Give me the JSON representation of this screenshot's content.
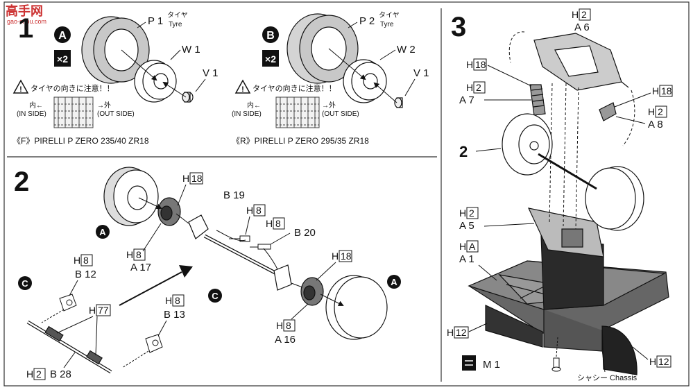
{
  "watermark": {
    "site": "高手网",
    "url": "gao-shou.com"
  },
  "steps": {
    "s1": "1",
    "s2": "2",
    "s3": "3"
  },
  "step1": {
    "left": {
      "circle": "A",
      "qty": "×2",
      "tyre_code": "P 1",
      "tyre_jp": "タイヤ",
      "tyre_en": "Tyre",
      "wheel": "W 1",
      "cap": "V 1",
      "caution": "タイヤの向きに注意！！",
      "in_side_jp": "内←",
      "in_side_en": "(IN SIDE)",
      "out_side_jp": "→外",
      "out_side_en": "(OUT SIDE)",
      "spec": "《F》PIRELLI P ZERO 235/40 ZR18"
    },
    "right": {
      "circle": "B",
      "qty": "×2",
      "tyre_code": "P 2",
      "tyre_jp": "タイヤ",
      "tyre_en": "Tyre",
      "wheel": "W 2",
      "cap": "V 1",
      "caution": "タイヤの向きに注意！！",
      "in_side_jp": "内←",
      "in_side_en": "(IN SIDE)",
      "out_side_jp": "→外",
      "out_side_en": "(OUT SIDE)",
      "spec": "《R》PIRELLI P ZERO 295/35 ZR18"
    }
  },
  "step2": {
    "a_left": "A",
    "a_right": "A",
    "c_left": "C",
    "c_mid": "C",
    "h18_top": [
      "H",
      "18"
    ],
    "h8_a17": [
      "H",
      "8"
    ],
    "a17": "A 17",
    "b19": "B 19",
    "h8_b19": [
      "H",
      "8"
    ],
    "h8_b20": [
      "H",
      "8"
    ],
    "b20": "B 20",
    "h18_right": [
      "H",
      "18"
    ],
    "h8_a16": [
      "H",
      "8"
    ],
    "a16": "A 16",
    "h8_b12": [
      "H",
      "8"
    ],
    "b12": "B 12",
    "h77": [
      "H",
      "77"
    ],
    "h8_b13": [
      "H",
      "8"
    ],
    "b13": "B 13",
    "h2_b28": [
      "H",
      "2"
    ],
    "b28": "B 28"
  },
  "step3": {
    "h2_a6": [
      "H",
      "2"
    ],
    "a6": "A 6",
    "h18_l": [
      "H",
      "18"
    ],
    "h2_a7": [
      "H",
      "2"
    ],
    "a7": "A 7",
    "h18_r": [
      "H",
      "18"
    ],
    "h2_a8": [
      "H",
      "2"
    ],
    "a8": "A 8",
    "ref2": "2",
    "h2_a5": [
      "H",
      "2"
    ],
    "a5": "A 5",
    "ha_a1": [
      "H",
      "A"
    ],
    "a1": "A 1",
    "h12_l": [
      "H",
      "12"
    ],
    "h12_r": [
      "H",
      "12"
    ],
    "m1": "M 1",
    "chassis": "シャシー Chassis"
  }
}
